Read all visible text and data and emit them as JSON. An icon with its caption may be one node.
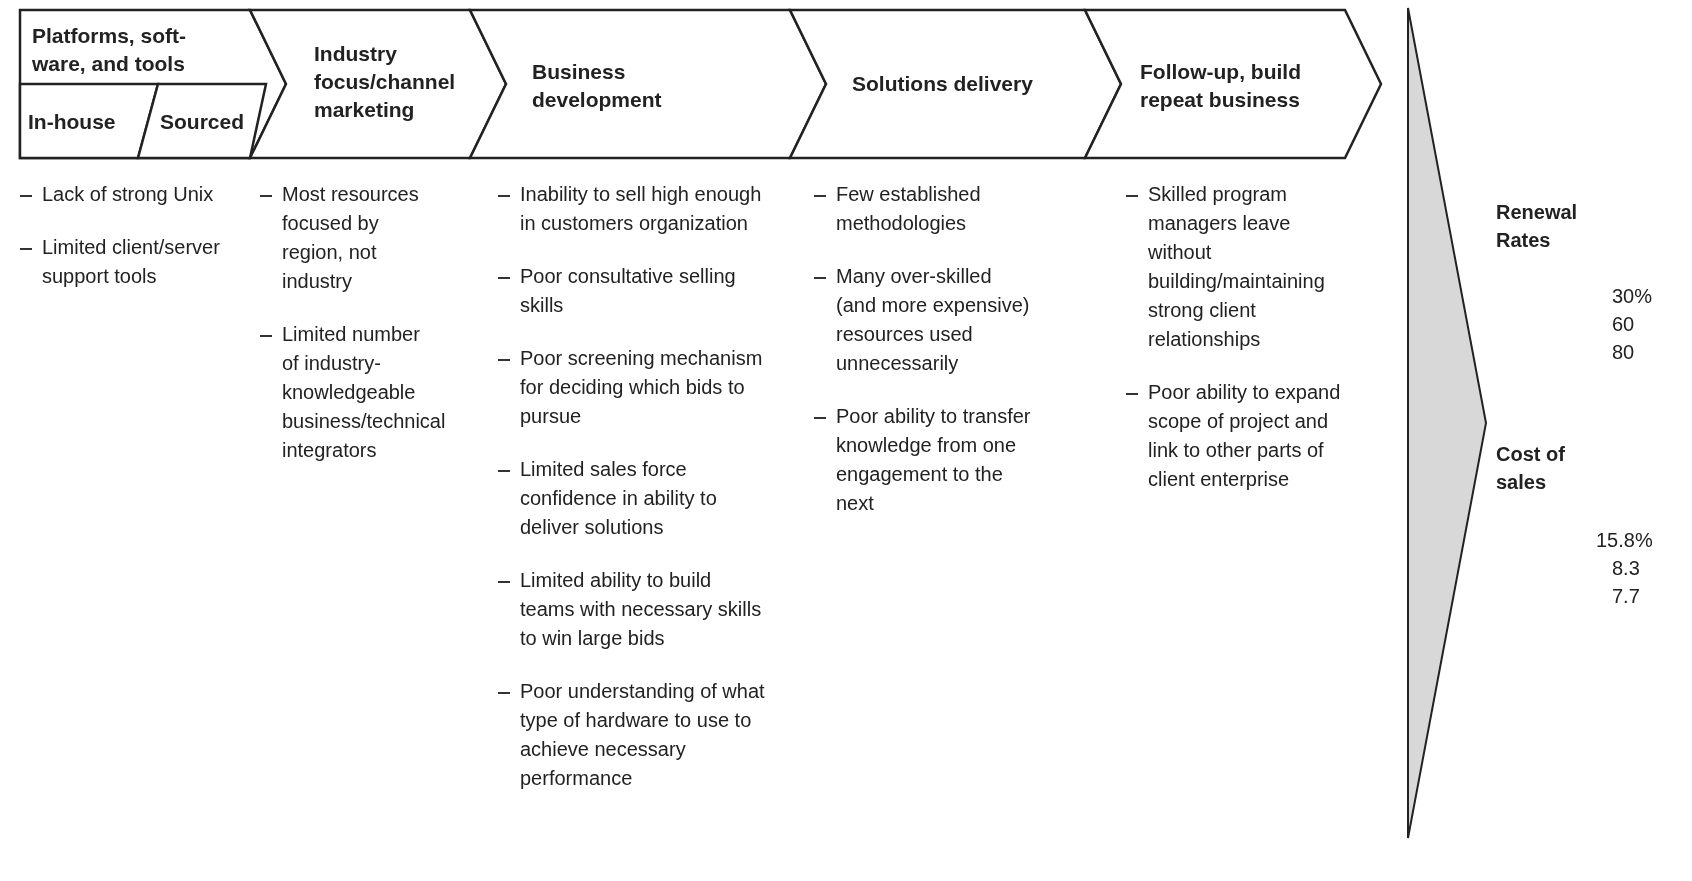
{
  "diagram": {
    "nodes": [
      {
        "text": [
          "Platforms, soft-ware, and tools"
        ],
        "beside": [
          "Lack of strong Unix",
          "Limited client/server support tools"
        ]
      },
      {
        "text": [
          "In-house"
        ],
        "in": 0
      },
      {
        "text": [
          "Sourced"
        ],
        "in": 0
      },
      {
        "text": [
          "Industry focus/channel marketing"
        ],
        "beside": [
          "Most resources focused by region, not industry",
          "Limited number of industry-knowledgeable business/technical integrators"
        ]
      },
      {
        "text": [
          "Business development"
        ],
        "beside": [
          "Inability to sell high enough in customers organization",
          "Poor consultative selling skills",
          "Poor screening mechanism for deciding which bids to pursue",
          "Limited sales force confidence in ability to deliver solutions",
          "Limited ability to build teams with necessary skills to win large bids",
          "Poor understanding of what type of hardware to use to achieve necessary performance"
        ]
      },
      {
        "text": [
          "Solutions delivery"
        ],
        "beside": [
          "Few established methodologies",
          "Many over-skilled (and more expensive) resources used unnecessarily",
          "Poor ability to transfer knowledge from one engagement to the next"
        ]
      },
      {
        "text": [
          "Follow-up, build repeat business"
        ],
        "beside": [
          "Skilled program managers leave without building/maintaining strong client relationships",
          "Poor ability to expand scope of project and link to other parts of client enterprise"
        ]
      },
      {
        "text": [],
        "shape": "arrow"
      }
    ],
    "labels": [
      "Renewal Rates",
      "30%",
      "60",
      "80",
      "Cost of sales",
      "15.8%",
      "8.3",
      "7.7"
    ]
  }
}
